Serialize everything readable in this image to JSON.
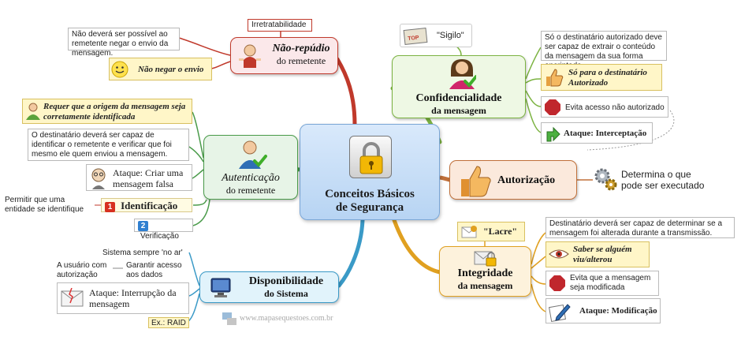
{
  "central": {
    "title_line1": "Conceitos Básicos",
    "title_line2": "de Segurança",
    "icon": "padlock-icon"
  },
  "nao_repudio": {
    "title": "Não-repúdio",
    "subtitle": "do remetente",
    "tag": "Irretratabilidade",
    "note": "Não deverá ser possível ao remetente negar o envio da mensagem.",
    "item": "Não negar o envio"
  },
  "autenticacao": {
    "title": "Autenticação",
    "subtitle": "do remetente",
    "requirement": "Requer que a origem da mensagem seja corretamente identificada",
    "note": "O destinatário deverá ser capaz de identificar o remetente e verificar que foi mesmo ele quem enviou a mensagem.",
    "attack": "Ataque: Criar uma mensagem falsa",
    "step1_label": "Identificação",
    "step1_number": "1",
    "step1_note": "Permitir que uma entidade se identifique",
    "step2_label": "Verificação",
    "step2_number": "2"
  },
  "disponibilidade": {
    "title": "Disponibilidade",
    "subtitle": "do Sistema",
    "note1": "Sistema sempre 'no ar'",
    "note2": "A usuário com autorização",
    "note3": "Garantir acesso aos dados",
    "attack": "Ataque: Interrupção da mensagem",
    "example": "Ex.: RAID"
  },
  "confidencialidade": {
    "title": "Confidencialidade",
    "subtitle": "da mensagem",
    "tag": "\"Sigilo\"",
    "note": "Só o destinatário autorizado deve ser capaz de extrair o conteúdo da mensagem da sua forma encriptada.",
    "item1": "Só para o destinatário Autorizado",
    "item2": "Evita acesso não autorizado",
    "attack": "Ataque: Interceptação"
  },
  "autorizacao": {
    "title": "Autorização",
    "note": "Determina o que pode ser executado"
  },
  "integridade": {
    "title": "Integridade",
    "subtitle": "da mensagem",
    "tag": "\"Lacre\"",
    "note": "Destinatário deverá ser capaz de determinar se a mensagem foi alterada durante a transmissão.",
    "item1": "Saber se alguém viu/alterou",
    "item2": "Evita que a mensagem seja modificada",
    "attack": "Ataque: Modificação"
  },
  "watermark": "www.mapasequestoes.com.br",
  "colors": {
    "red": "#c0392b",
    "green": "#4a9b4a",
    "blue": "#3a9ac7",
    "lime": "#7cb342",
    "orange": "#c0703a",
    "gold": "#e0a020"
  }
}
